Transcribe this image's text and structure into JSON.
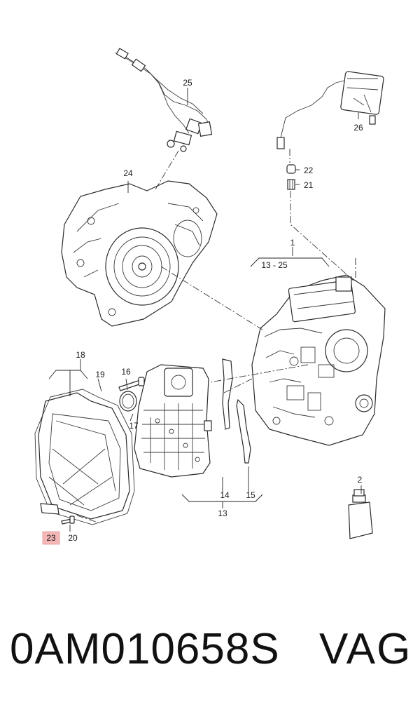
{
  "callouts": {
    "c1": "1",
    "c1_range": "13 - 25",
    "c2": "2",
    "c13": "13",
    "c14": "14",
    "c15": "15",
    "c16": "16",
    "c17": "17",
    "c18": "18",
    "c19": "19",
    "c20": "20",
    "c21": "21",
    "c22": "22",
    "c23": "23",
    "c24": "24",
    "c25": "25",
    "c26": "26"
  },
  "highlighted_callout": "23",
  "highlight_color": "#f4b6b6",
  "footer": {
    "part_number": "0AM010658S",
    "brand": "VAG"
  }
}
